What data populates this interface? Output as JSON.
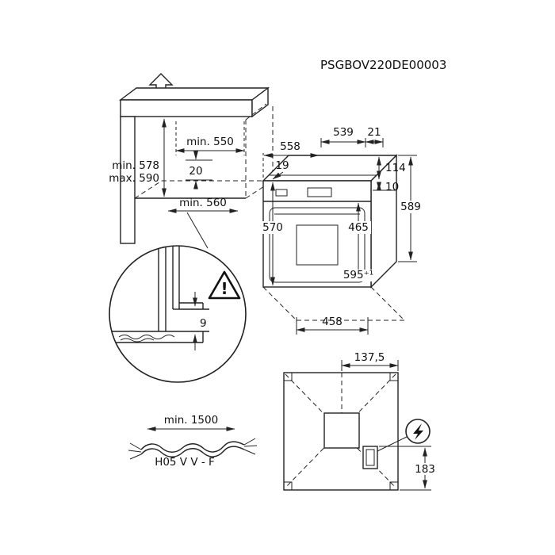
{
  "title": "PSGBOV220DE00003",
  "cabinet": {
    "top_depth": "min. 550",
    "panel_thickness": "20",
    "niche_height_min": "min. 578",
    "niche_height_max": "max. 590",
    "bottom_depth": "min. 560"
  },
  "oven": {
    "top_width": "558",
    "top_depth": "539",
    "back_gap": "21",
    "front_lip": "19",
    "rear_height": "114",
    "top_gap": "10",
    "overall_height": "589",
    "front_height": "570",
    "door_height": "465",
    "bottom_width": "595⁺¹",
    "bottom_depth": "458"
  },
  "detail": {
    "flange_gap": "9",
    "warning_mark": "!"
  },
  "cable": {
    "min_length": "min. 1500",
    "cable_type": "H05 V V - F"
  },
  "rear": {
    "outlet_offset_x": "137,5",
    "outlet_offset_y": "183"
  }
}
